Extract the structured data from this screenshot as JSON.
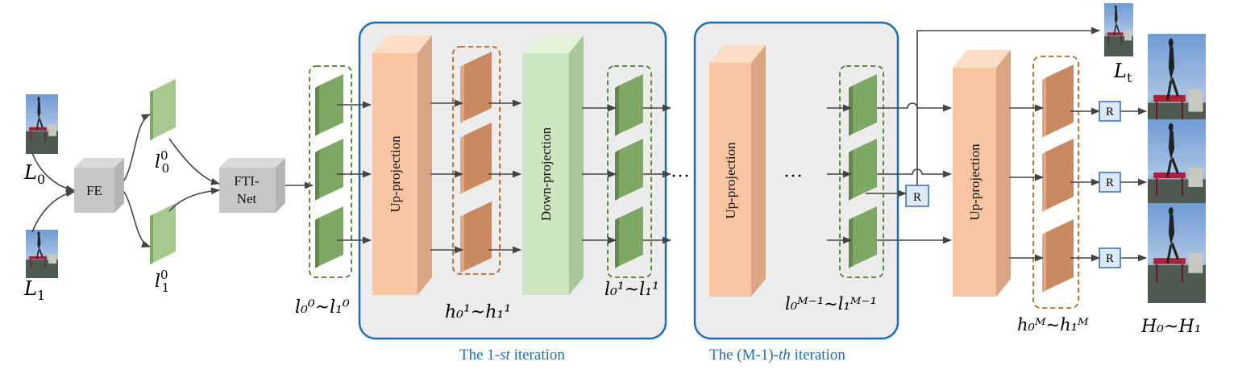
{
  "labels": {
    "input_top": "L",
    "input_top_sub": "0",
    "input_bottom": "L",
    "input_bottom_sub": "1",
    "fe": "FE",
    "feat_top": "l",
    "feat_top_sup": "0",
    "feat_top_sub": "0",
    "feat_bottom": "l",
    "feat_bottom_sup": "0",
    "feat_bottom_sub": "1",
    "fti_line1": "FTI-",
    "fti_line2": "Net",
    "group1": "l₀⁰~l₁⁰",
    "up_projection": "Up-projection",
    "down_projection": "Down-projection",
    "group_h1": "h₀¹~h₁¹",
    "group_l1": "l₀¹~l₁¹",
    "ellipsis": "···",
    "group_lm": "l₀ᴹ⁻¹~l₁ᴹ⁻¹",
    "group_hm": "h₀ᴹ~h₁ᴹ",
    "target_top": "L",
    "target_top_sub": "t",
    "output": "H₀~H₁",
    "r": "R"
  },
  "captions": {
    "iter1_prefix": "The 1-",
    "iter1_italic": "st",
    "iter1_suffix": " iteration",
    "iterM_prefix": "The (M-1)-",
    "iterM_italic": "th",
    "iterM_suffix": " iteration"
  },
  "colors": {
    "green_front": "#7fa864",
    "green_side": "#5f8a48",
    "green_top": "#a7c990",
    "salmon_front": "#f7c5a2",
    "salmon_side": "#d9a583",
    "salmon_top": "#fbdcc5",
    "hfeat_front": "#c98a62",
    "hfeat_side": "#e6a57c",
    "lightgreen_front": "#cfe6c2",
    "lightgreen_side": "#a9c79b",
    "lightgreen_top": "#e2f1d9",
    "iteration_border": "#1f6eb5",
    "iteration_fill": "#ececec",
    "dashed_green": "#4e7d2f",
    "dashed_orange": "#c8651b",
    "r_fill": "#dce9f7",
    "r_border": "#3f74b8"
  }
}
